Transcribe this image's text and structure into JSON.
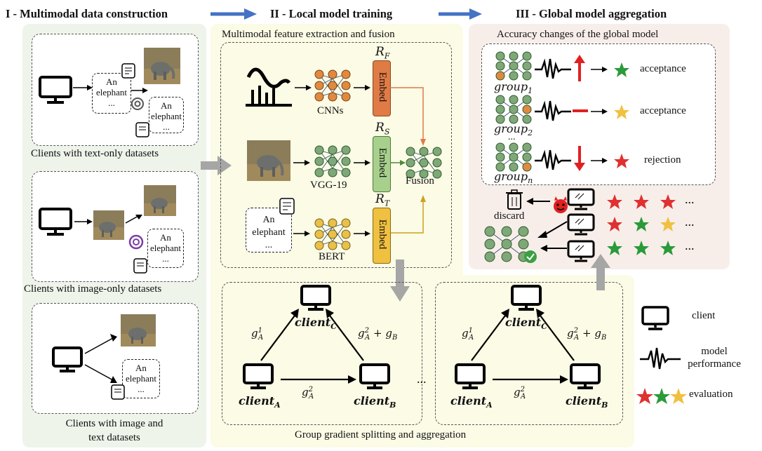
{
  "headers": {
    "stage1": "I - Multimodal data construction",
    "stage2": "II - Local model training",
    "stage3": "III - Global model aggregation"
  },
  "stage1": {
    "bubble_text": "An elephant",
    "bubble_ellipsis": "...",
    "caption_text_only": "Clients with text-only datasets",
    "caption_image_only": "Clients with image-only datasets",
    "caption_both_line1": "Clients with image and",
    "caption_both_line2": "text datasets"
  },
  "stage2": {
    "box_title": "Multimodal feature extraction and fusion",
    "cnn_label": "CNNs",
    "vgg_label": "VGG-19",
    "bert_label": "BERT",
    "fusion_label": "Fusion",
    "embed_label": "Embed",
    "rf_base": "R",
    "rf_sub": "F",
    "rs_base": "R",
    "rs_sub": "S",
    "rt_base": "R",
    "rt_sub": "T",
    "client_base": "client",
    "sub_a": "A",
    "sub_b": "B",
    "sub_c": "C",
    "g_base": "g",
    "sup_1": "1",
    "sup_2": "2",
    "plus_gb": "+ g",
    "gb_sub": "B",
    "between_dots": "...",
    "group_caption": "Group gradient splitting and aggregation"
  },
  "stage3": {
    "box_title": "Accuracy changes of the global model",
    "group_base": "group",
    "group1_sub": "1",
    "group2_sub": "2",
    "groupn_sub": "n",
    "acceptance": "acceptance",
    "rejection": "rejection",
    "vdots": "...",
    "discard": "discard",
    "row_dots": "..."
  },
  "legend": {
    "client": "client",
    "model_performance_line1": "model",
    "model_performance_line2": "performance",
    "evaluation": "evaluation"
  },
  "colors": {
    "stage1_bg": "#eef4ea",
    "stage2_bg": "#fbfbe6",
    "stage3_bg": "#f7eeea",
    "arrow_blue": "#4472c4",
    "embed_orange": "#e07b45",
    "embed_green": "#a8d08d",
    "embed_yellow": "#f0c040",
    "star_red": "#e03030",
    "star_green": "#2a9a3a",
    "star_yellow": "#f0c040",
    "node_orange": "#e08a40",
    "node_green": "#7fa878",
    "node_yellow": "#e8c04a"
  }
}
